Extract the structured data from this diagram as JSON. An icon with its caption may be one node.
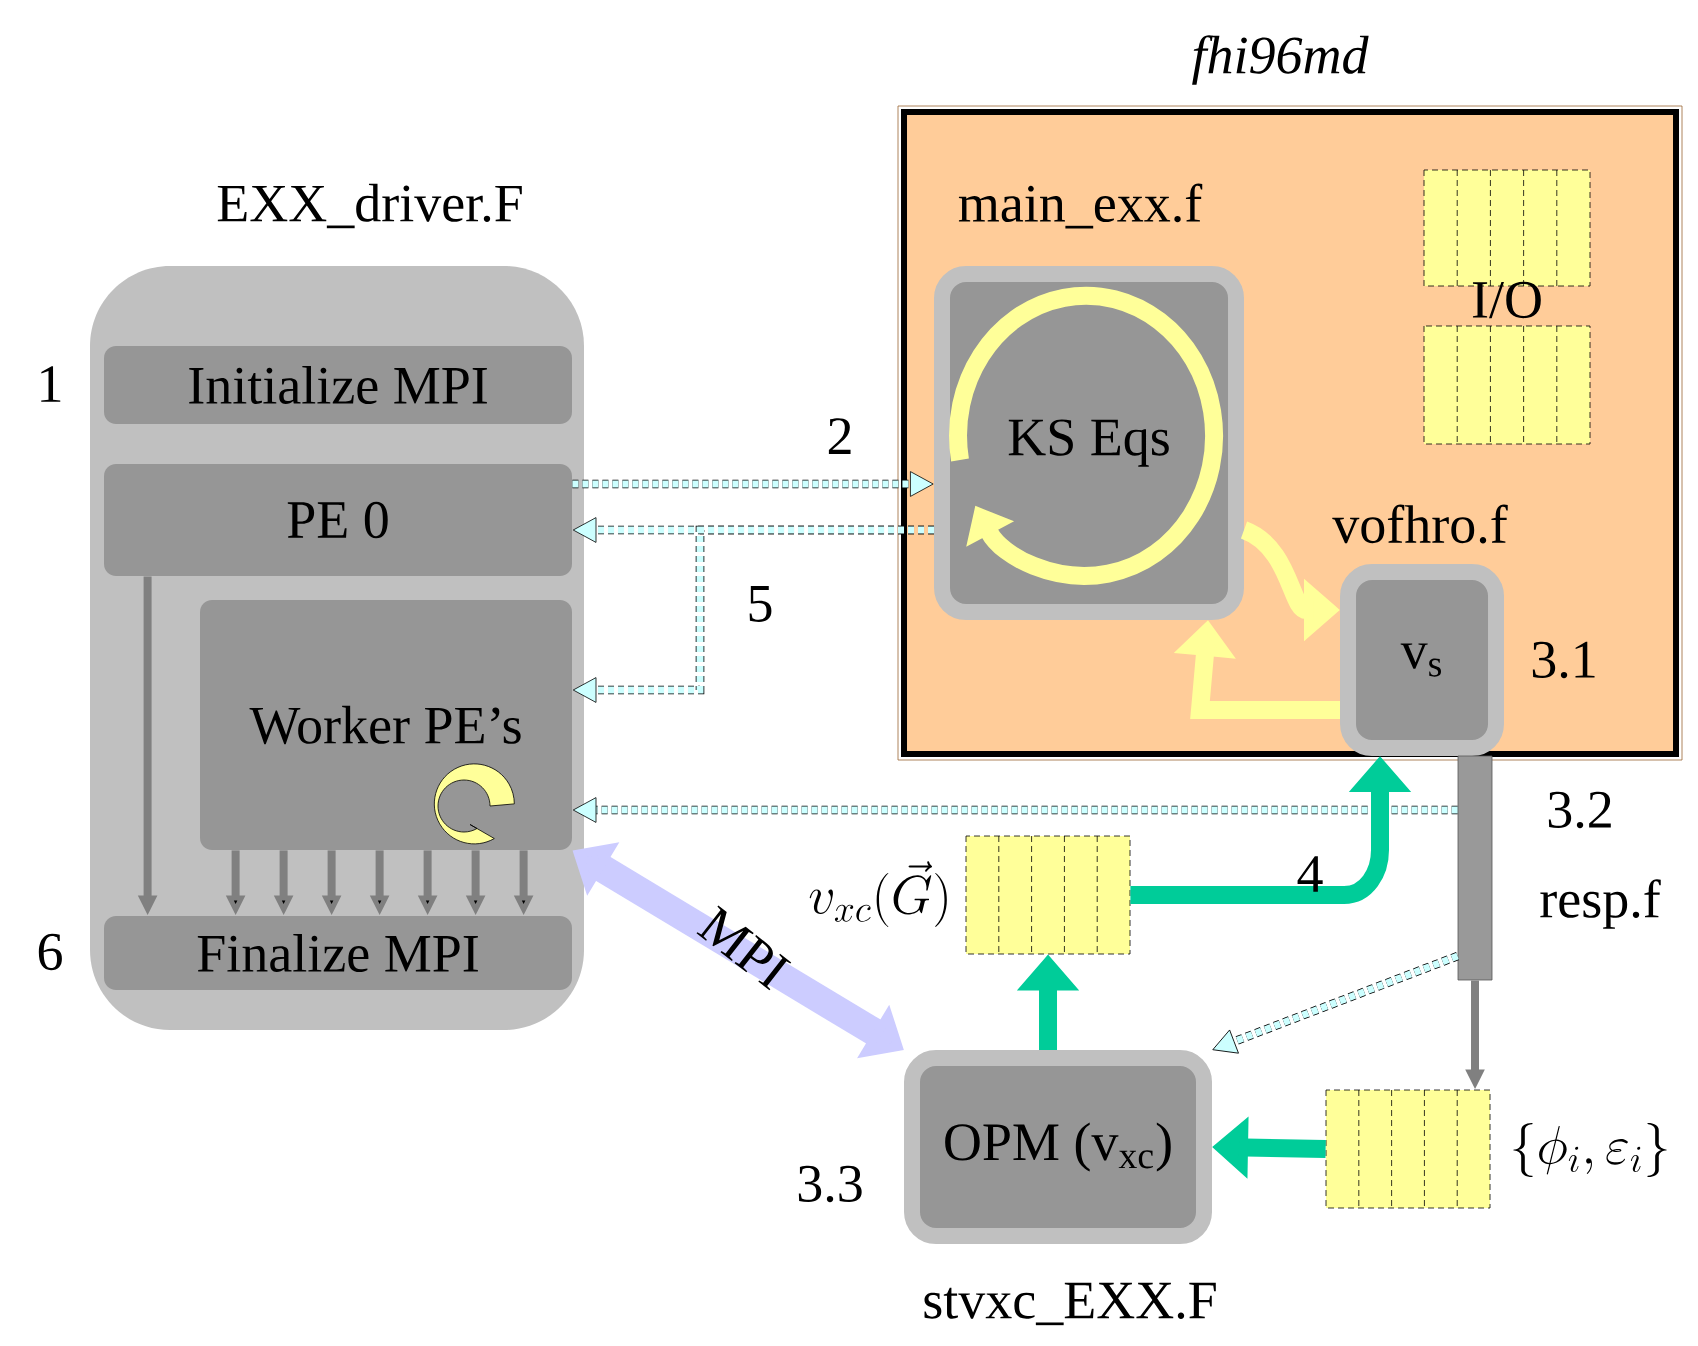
{
  "diagram": {
    "nodes": [
      {
        "text": [
          "EXX_driver.F"
        ]
      },
      {
        "text": [
          "Initialize MPI"
        ],
        "in": 0,
        "beside": [
          "1"
        ]
      },
      {
        "text": [
          "PE 0"
        ],
        "in": 0
      },
      {
        "text": [
          "Worker PE’s"
        ],
        "in": 0
      },
      {
        "text": [
          "Finalize MPI"
        ],
        "in": 0,
        "beside": [
          "6"
        ]
      },
      {
        "text": [
          "fhi96md"
        ]
      },
      {
        "text": [
          "main_exx.f",
          "KS Eqs"
        ],
        "in": 5
      },
      {
        "text": [
          "I/O"
        ],
        "in": 5
      },
      {
        "text": [
          "vofhro.f",
          "v$_{s}$"
        ],
        "in": 5,
        "beside": [
          "3.1"
        ]
      },
      {
        "text": [],
        "shape": "bar",
        "beside": [
          "3.2",
          "resp.f"
        ]
      },
      {
        "text": [],
        "shape": "box",
        "beside": [
          "v_{xc}(\\vec{G})"
        ]
      },
      {
        "text": [
          "OPM (v$_{xc}$)",
          "stvxc_EXX.F"
        ],
        "beside": [
          "3.3"
        ]
      },
      {
        "text": [],
        "shape": "box",
        "beside": [
          "\\{\\phi_i,\\varepsilon_i\\}"
        ]
      }
    ],
    "edges": [
      {
        "from": 2,
        "to": 6,
        "arrow": "to",
        "style": "dashed",
        "label": "2"
      },
      {
        "from": 6,
        "to": 2,
        "arrow": "to",
        "style": "dashed"
      },
      {
        "from": 6,
        "to": 3,
        "arrow": "to",
        "style": "dashed",
        "label": "5"
      },
      {
        "from": 9,
        "to": 3,
        "arrow": "to",
        "style": "dashed"
      },
      {
        "from": 9,
        "to": 11,
        "arrow": "to",
        "style": "dashed"
      },
      {
        "from": 2,
        "to": 4,
        "arrow": "to",
        "color": "#808080"
      },
      {
        "from": 3,
        "to": 4,
        "arrow": "to",
        "color": "#808080"
      },
      {
        "from": 11,
        "to": 3,
        "arrow": "both",
        "style": "thick",
        "color": "#ccccff",
        "label": "MPI"
      },
      {
        "from": 11,
        "to": 10,
        "arrow": "to",
        "style": "thick",
        "color": "#00cc99"
      },
      {
        "from": 10,
        "to": 8,
        "arrow": "to",
        "style": "thick",
        "color": "#00cc99",
        "label": "4"
      },
      {
        "from": 12,
        "to": 11,
        "arrow": "to",
        "style": "thick",
        "color": "#00cc99"
      },
      {
        "from": 9,
        "to": 12,
        "arrow": "to",
        "color": "#808080"
      },
      {
        "from": 8,
        "to": 6,
        "arrow": "to",
        "style": "thick",
        "color": "#ffff99"
      },
      {
        "from": 6,
        "to": 8,
        "arrow": "to",
        "style": "thick",
        "color": "#ffff99"
      }
    ]
  }
}
